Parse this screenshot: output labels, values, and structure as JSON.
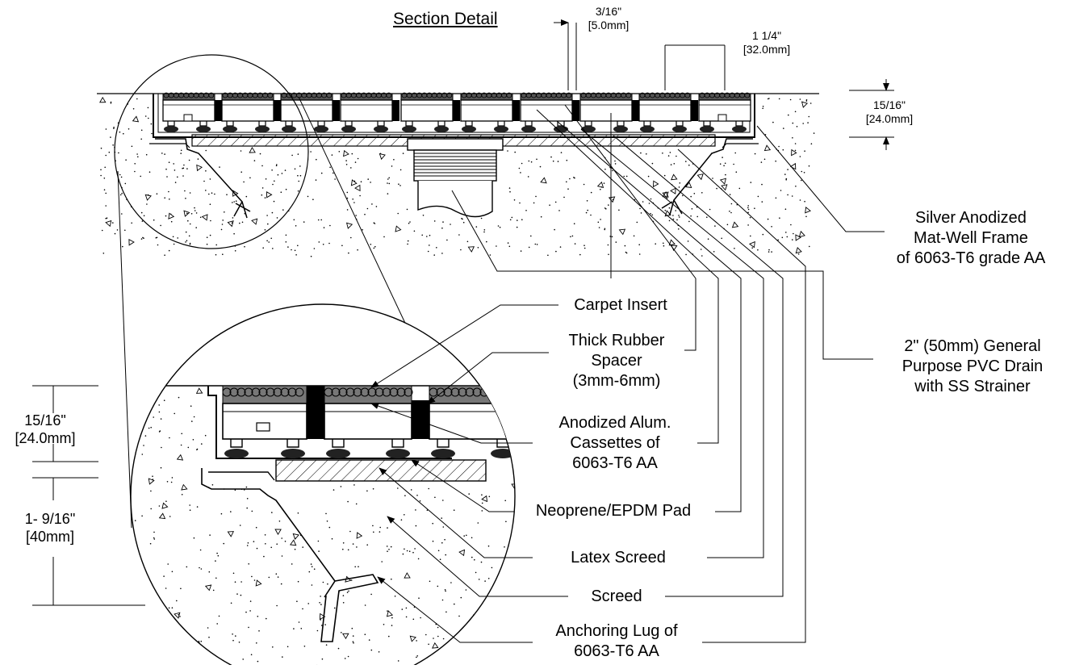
{
  "title": "Section Detail",
  "dimensions": {
    "spacer_gap": [
      "3/16\"",
      "[5.0mm]"
    ],
    "cassette_width": [
      "1 1/4\"",
      "[32.0mm]"
    ],
    "frame_depth": [
      "15/16\"",
      "[24.0mm]"
    ],
    "detail_depth": [
      "15/16\"",
      "[24.0mm]"
    ],
    "detail_lug": [
      "1- 9/16\"",
      "[40mm]"
    ]
  },
  "labels": {
    "frame": [
      "Silver Anodized",
      "Mat-Well Frame",
      "of 6063-T6 grade AA"
    ],
    "drain": [
      "2\" (50mm) General",
      "Purpose PVC Drain",
      "with SS Strainer"
    ],
    "carpet": [
      "Carpet Insert"
    ],
    "spacer": [
      "Thick Rubber",
      "Spacer",
      "(3mm-6mm)"
    ],
    "cassettes": [
      "Anodized Alum.",
      "Cassettes of",
      "6063-T6 AA"
    ],
    "pad": [
      "Neoprene/EPDM Pad"
    ],
    "latex": [
      "Latex Screed"
    ],
    "screed": [
      "Screed"
    ],
    "lug": [
      "Anchoring Lug of",
      "6063-T6 AA"
    ]
  }
}
